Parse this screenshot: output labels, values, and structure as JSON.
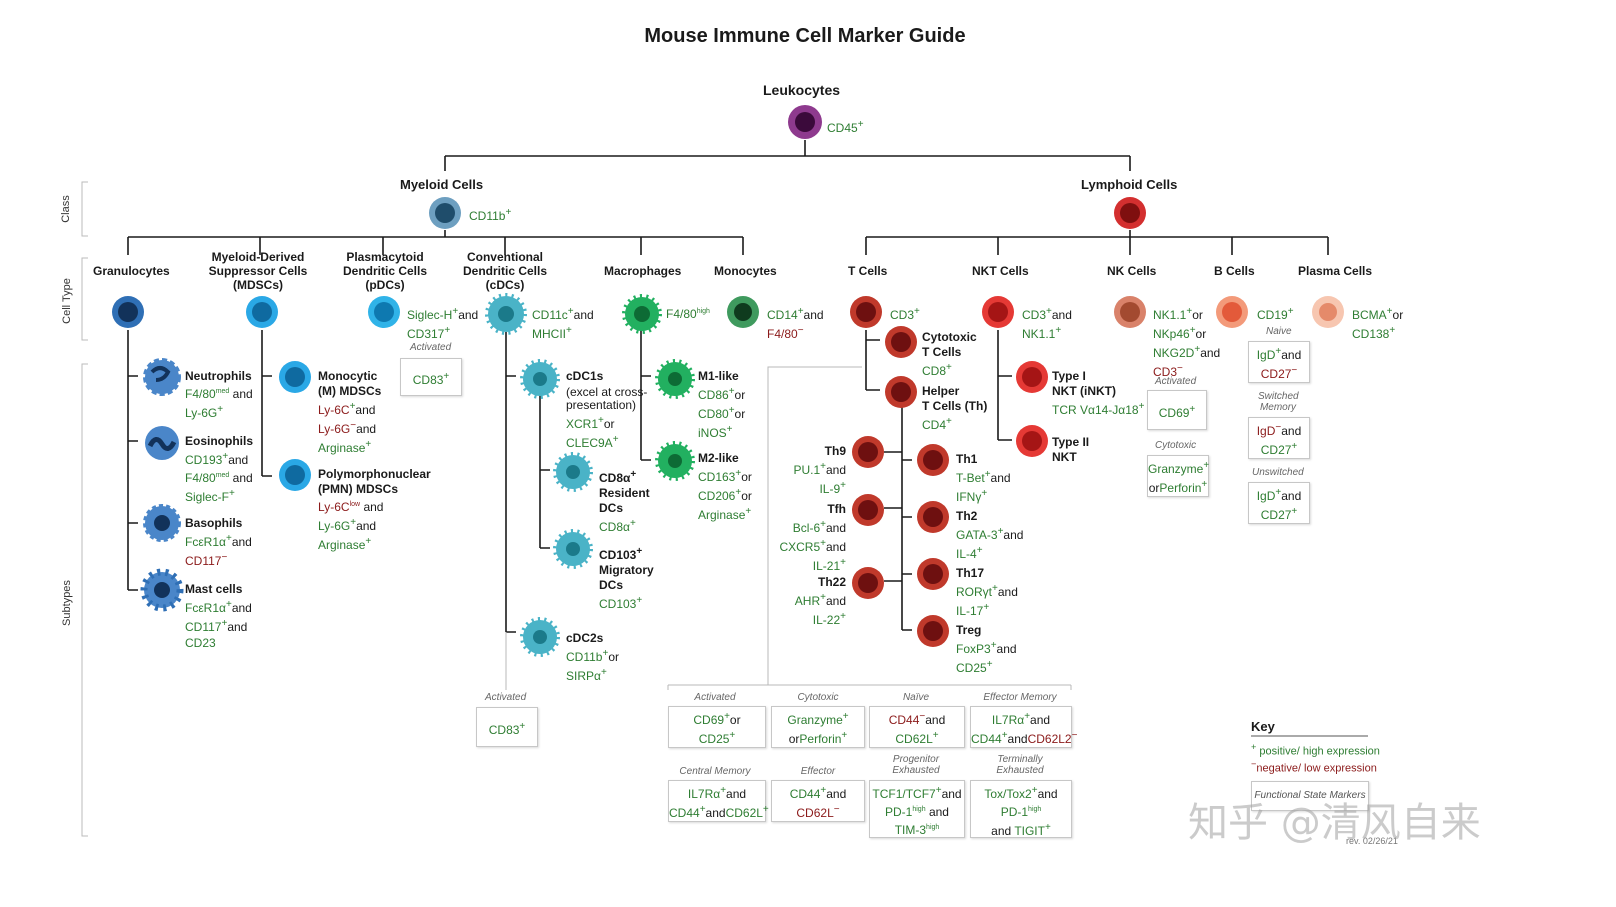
{
  "title": "Mouse Immune Cell Marker Guide",
  "side_labels": {
    "class": "Class",
    "cell_type": "Cell Type",
    "subtypes": "Subtypes"
  },
  "root": {
    "name": "Leukocytes",
    "marker": "CD45"
  },
  "classes": {
    "myeloid": {
      "name": "Myeloid Cells",
      "marker": "CD11b"
    },
    "lymphoid": {
      "name": "Lymphoid Cells"
    }
  },
  "cell_types": {
    "granulocytes": {
      "name": "Granulocytes"
    },
    "mdsc": {
      "name_l1": "Myeloid-Derived",
      "name_l2": "Suppressor Cells",
      "name_l3": "(MDSCs)"
    },
    "pdc": {
      "name_l1": "Plasmacytoid",
      "name_l2": "Dendritic Cells",
      "name_l3": "(pDCs)",
      "m1": "Siglec-H",
      "m1_join": "and",
      "m2": "CD317",
      "activated": "Activated",
      "activated_marker": "CD83"
    },
    "cdc": {
      "name_l1": "Conventional",
      "name_l2": "Dendritic Cells",
      "name_l3": "(cDCs)",
      "m1": "CD11c",
      "m1_join": "and",
      "m2": "MHCII",
      "activated": "Activated",
      "activated_marker": "CD83"
    },
    "macrophages": {
      "name": "Macrophages",
      "m1": "F4/80",
      "m1_sup": "high"
    },
    "monocytes": {
      "name": "Monocytes",
      "m1": "CD14",
      "m1_join": "and",
      "m2": "F4/80"
    },
    "t_cells": {
      "name": "T Cells",
      "m1": "CD3"
    },
    "nkt": {
      "name": "NKT Cells",
      "m1": "CD3",
      "m1_join": "and",
      "m2": "NK1.1"
    },
    "nk": {
      "name": "NK Cells",
      "l1": "NK1.1",
      "l1_join": "or",
      "l2": "NKp46",
      "l2_join": "or",
      "l3": "NKG2D",
      "l3_join": "and",
      "l4": "CD3",
      "activated": "Activated",
      "activated_marker": "CD69",
      "cytotoxic": "Cytotoxic",
      "cyto_l1": "Granzyme",
      "cyto_l2a": "or",
      "cyto_l2b": "Perforin"
    },
    "b": {
      "name": "B Cells",
      "m1": "CD19",
      "naive": "Naive",
      "switched": "Switched",
      "memory": "Memory",
      "unswitched": "Unswitched",
      "igd": "IgD",
      "and": "and",
      "cd27": "CD27"
    },
    "plasma": {
      "name": "Plasma Cells",
      "m1": "BCMA",
      "m1_join": "or",
      "m2": "CD138"
    }
  },
  "subtypes": {
    "neutrophils": {
      "name": "Neutrophils",
      "l1": "F4/80",
      "l1_sup": "med",
      "l1_join": "and",
      "l2": "Ly-6G"
    },
    "eosinophils": {
      "name": "Eosinophils",
      "l1": "CD193",
      "l1_join": "and",
      "l2": "F4/80",
      "l2_sup": "med",
      "l2_join": "and",
      "l3": "Siglec-F"
    },
    "basophils": {
      "name": "Basophils",
      "l1": "FcεR1α",
      "l1_join": "and",
      "l2": "CD117"
    },
    "mast": {
      "name": "Mast cells",
      "l1": "FcεR1α",
      "l1_join": "and",
      "l2": "CD117",
      "l2_join": "and",
      "l3": "CD23"
    },
    "m_mdsc": {
      "name_l1": "Monocytic",
      "name_l2": "(M) MDSCs",
      "l1": "Ly-6C",
      "l1_join": "and",
      "l2": "Ly-6G",
      "l2_join": "and",
      "l3": "Arginase"
    },
    "pmn_mdsc": {
      "name_l1": "Polymorphonuclear",
      "name_l2": "(PMN) MDSCs",
      "l1": "Ly-6C",
      "l1_sup": "low",
      "l1_join": "and",
      "l2": "Ly-6G",
      "l2_join": "and",
      "l3": "Arginase"
    },
    "cdc1": {
      "name": "cDC1s",
      "note_l1": "(excel at cross-",
      "note_l2": "presentation)",
      "l1": "XCR1",
      "l1_join": "or",
      "l2": "CLEC9A"
    },
    "cd8a_dc": {
      "name_l1": "CD8α",
      "name_l2": "Resident",
      "name_l3": "DCs",
      "l1": "CD8α"
    },
    "cd103_dc": {
      "name_l1": "CD103",
      "name_l2": "Migratory",
      "name_l3": "DCs",
      "l1": "CD103"
    },
    "cdc2": {
      "name": "cDC2s",
      "l1": "CD11b",
      "l1_join": "or",
      "l2": "SIRPα"
    },
    "m1": {
      "name": "M1-like",
      "l1": "CD86",
      "l1_join": "or",
      "l2": "CD80",
      "l2_join": "or",
      "l3": "iNOS"
    },
    "m2": {
      "name": "M2-like",
      "l1": "CD163",
      "l1_join": "or",
      "l2": "CD206",
      "l2_join": "or",
      "l3": "Arginase"
    },
    "ctl": {
      "name_l1": "Cytotoxic",
      "name_l2": "T Cells",
      "l1": "CD8"
    },
    "th": {
      "name_l1": "Helper",
      "name_l2": "T Cells (Th)",
      "l1": "CD4"
    },
    "th9": {
      "name": "Th9",
      "l1": "PU.1",
      "l1_join": "and",
      "l2": "IL-9"
    },
    "tfh": {
      "name": "Tfh",
      "l1": "Bcl-6",
      "l1_join": "and",
      "l2": "CXCR5",
      "l2_join": "and",
      "l3": "IL-21"
    },
    "th22": {
      "name": "Th22",
      "l1": "AHR",
      "l1_join": "and",
      "l2": "IL-22"
    },
    "th1": {
      "name": "Th1",
      "l1": "T-Bet",
      "l1_join": "and",
      "l2": "IFNγ"
    },
    "th2": {
      "name": "Th2",
      "l1": "GATA-3",
      "l1_join": "and",
      "l2": "IL-4"
    },
    "th17": {
      "name": "Th17",
      "l1": "RORγt",
      "l1_join": "and",
      "l2": "IL-17"
    },
    "treg": {
      "name": "Treg",
      "l1": "FoxP3",
      "l1_join": "and",
      "l2": "CD25"
    },
    "inkt": {
      "name_l1": "Type I",
      "name_l2": "NKT (iNKT)",
      "l1": "TCR Vα14-Jα18"
    },
    "type2_nkt": {
      "name_l1": "Type II",
      "name_l2": "NKT"
    }
  },
  "state_boxes": {
    "activated": {
      "cap": "Activated",
      "l1": "CD69",
      "l1_join": "or",
      "l2": "CD25"
    },
    "cytotoxic": {
      "cap": "Cytotoxic",
      "l1": "Granzyme",
      "l2a": "or",
      "l2b": "Perforin"
    },
    "naive": {
      "cap": "Naïve",
      "l1": "CD44",
      "l1_join": "and",
      "l2": "CD62L"
    },
    "effector_memory": {
      "cap": "Effector Memory",
      "l1": "IL7Rα",
      "l1_join": "and",
      "l2a": "CD44",
      "l2b": "and",
      "l2c": "CD62L2"
    },
    "central_memory": {
      "cap": "Central Memory",
      "l1": "IL7Rα",
      "l1_join": "and",
      "l2a": "CD44",
      "l2b": "and",
      "l2c": "CD62L"
    },
    "effector": {
      "cap": "Effector",
      "l1": "CD44",
      "l1_join": "and",
      "l2": "CD62L"
    },
    "progenitor": {
      "cap_l1": "Progenitor",
      "cap_l2": "Exhausted",
      "l1": "TCF1/TCF7",
      "l1_join": "and",
      "l2": "PD-1",
      "l2_sup": "high",
      "l2_join": "and",
      "l3": "TIM-3",
      "l3_sup": "high"
    },
    "terminal": {
      "cap_l1": "Terminally",
      "cap_l2": "Exhausted",
      "l1": "Tox/Tox2",
      "l1_join": "and",
      "l2": "PD-1",
      "l2_sup": "high",
      "l3a": "and",
      "l3b": "TIGIT"
    }
  },
  "key": {
    "title": "Key",
    "pos": "positive/ high expression",
    "neg": "negative/ low expression",
    "functional": "Functional State Markers",
    "rev": "rev. 02/26/21"
  },
  "signs": {
    "plus": "+",
    "minus": "−"
  },
  "watermark": "知乎 @清风自来",
  "colors": {
    "pos": "#2e7d32",
    "neg": "#8b1a1a",
    "leuko": "#6a1b6a",
    "myeloid": "#3c6e8f",
    "lymphoid": "#b71c1c",
    "gran": "#2b5f9e",
    "mdsc": "#1e9ad6",
    "dc": "#3aa8b8",
    "mac": "#1fa05a",
    "mono": "#2e7d4a",
    "tcell": "#c0392b"
  }
}
